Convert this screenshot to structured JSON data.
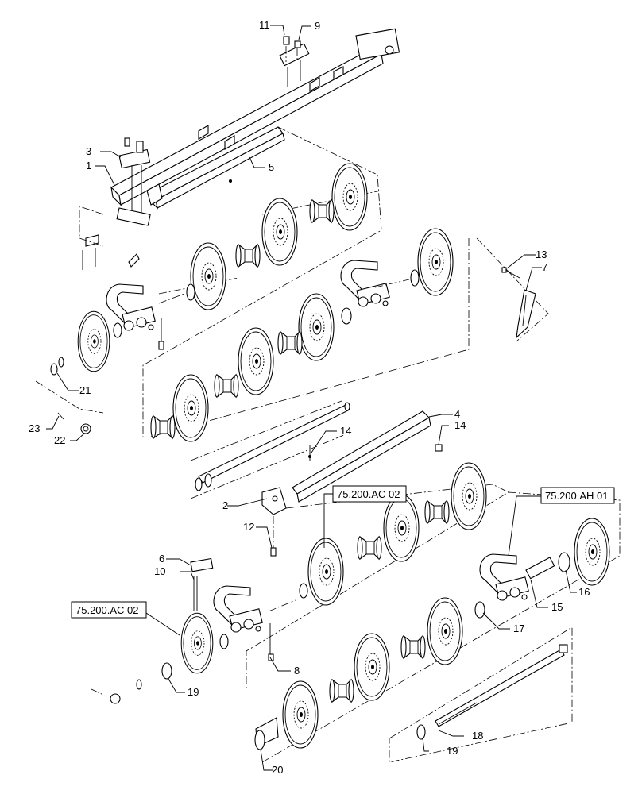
{
  "callouts": {
    "c1": "1",
    "c2": "2",
    "c3": "3",
    "c4": "4",
    "c5": "5",
    "c6": "6",
    "c7": "7",
    "c8": "8",
    "c9": "9",
    "c10": "10",
    "c11": "11",
    "c12": "12",
    "c13": "13",
    "c14a": "14",
    "c14b": "14",
    "c15": "15",
    "c16": "16",
    "c17": "17",
    "c18": "18",
    "c19a": "19",
    "c19b": "19",
    "c20": "20",
    "c21": "21",
    "c22": "22",
    "c23": "23"
  },
  "references": {
    "ref_upper": "75.200.AC 02",
    "ref_left": "75.200.AC 02",
    "ref_right": "75.200.AH 01"
  }
}
